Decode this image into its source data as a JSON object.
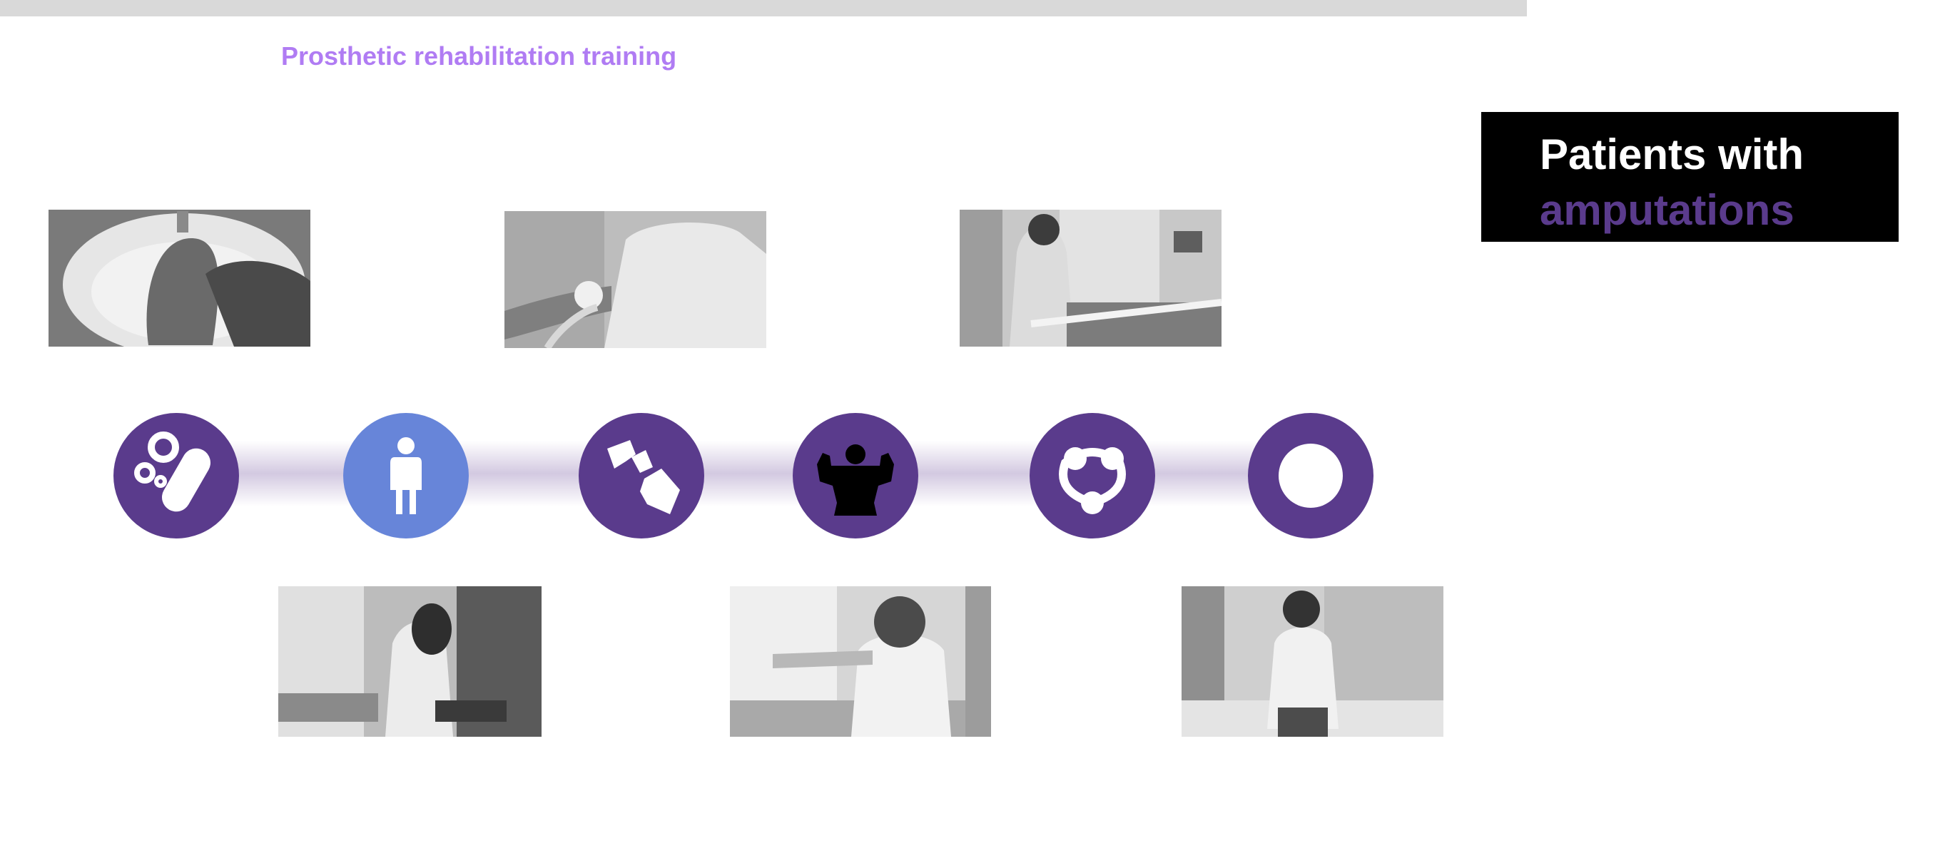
{
  "header": {
    "section_label": "Prosthetic rehabilitation training"
  },
  "title": {
    "line1": "Patients with",
    "line2": "amputations"
  },
  "colors": {
    "accent_purple": "#5a3b8c",
    "label_purple": "#b07cf3",
    "active_blue": "#6785d9",
    "band": "#d3c9e1"
  },
  "steps": [
    {
      "icon": "skin-care-icon",
      "active": false
    },
    {
      "icon": "person-icon",
      "active": true
    },
    {
      "icon": "prosthetic-fitting-icon",
      "active": false
    },
    {
      "icon": "strength-icon",
      "active": false
    },
    {
      "icon": "balance-icon",
      "active": false
    },
    {
      "icon": "ring-icon",
      "active": false
    }
  ],
  "photos": [
    {
      "name": "photo-residual-limb-washing"
    },
    {
      "name": "photo-arm-prosthesis-fitting"
    },
    {
      "name": "photo-treadmill-measurement"
    },
    {
      "name": "photo-gym-exercise"
    },
    {
      "name": "photo-arm-extension"
    },
    {
      "name": "photo-walking-training"
    }
  ]
}
